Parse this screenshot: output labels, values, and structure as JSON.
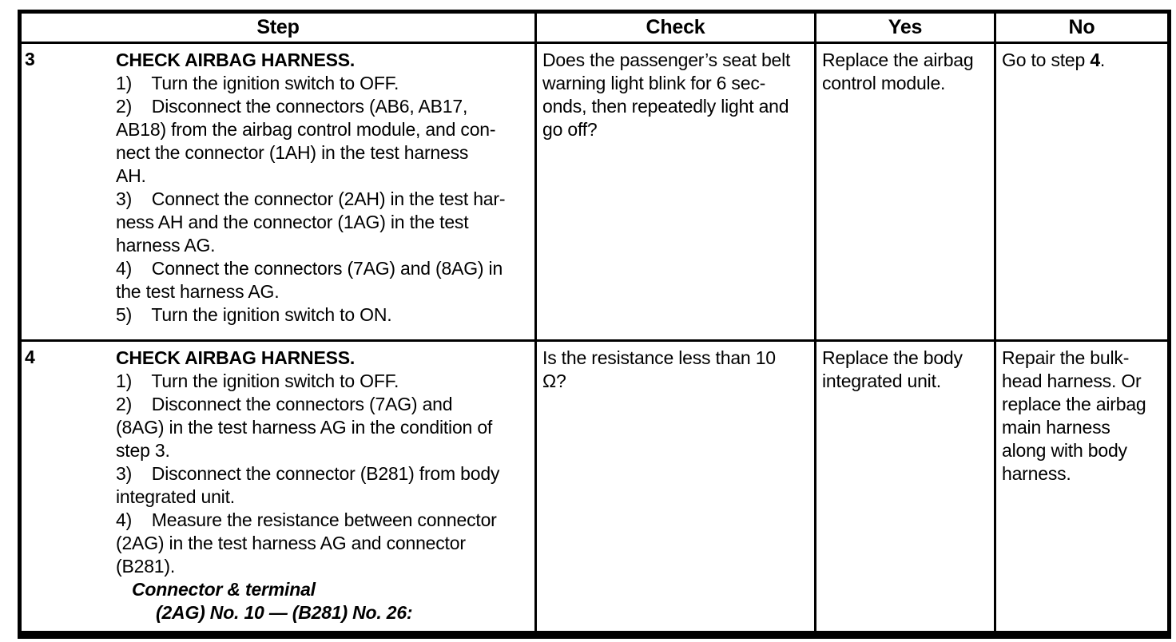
{
  "document": {
    "background": "#ffffff",
    "line_color": "#000000"
  },
  "table": {
    "headers": {
      "step": "Step",
      "check": "Check",
      "yes": "Yes",
      "no": "No"
    },
    "rows": [
      {
        "num": "3",
        "title": "CHECK AIRBAG HARNESS.",
        "steps": "1)    Turn the ignition switch to OFF.\n2)    Disconnect the connectors (AB6, AB17,\nAB18) from the airbag control module, and con-\nnect the connector (1AH) in the test harness\nAH.\n3)    Connect the connector (2AH) in the test har-\nness AH and the connector (1AG) in the test\nharness AG.\n4)    Connect the connectors (7AG) and (8AG) in\nthe test harness AG.\n5)    Turn the ignition switch to ON.",
        "check": "Does the passenger’s seat belt\nwarning light blink for 6 sec-\nonds, then repeatedly light and\ngo off?",
        "yes": "Replace the airbag\ncontrol module.",
        "no_prefix": "Go to step ",
        "no_step_ref": "4",
        "no_suffix": "."
      },
      {
        "num": "4",
        "title": "CHECK AIRBAG HARNESS.",
        "steps": "1)    Turn the ignition switch to OFF.\n2)    Disconnect the connectors (7AG) and\n(8AG) in the test harness AG in the condition of\nstep 3.\n3)    Disconnect the connector (B281) from body\nintegrated unit.\n4)    Measure the resistance between connector\n(2AG) in the test harness AG and connector\n(B281).",
        "connector_heading": "Connector & terminal",
        "connector_detail": "(2AG) No. 10 — (B281) No. 26:",
        "check": "Is the resistance less than 10\nΩ?",
        "yes": "Replace the body\nintegrated unit.",
        "no": "Repair the bulk-\nhead harness. Or\nreplace the airbag\nmain harness\nalong with body\nharness."
      }
    ]
  }
}
